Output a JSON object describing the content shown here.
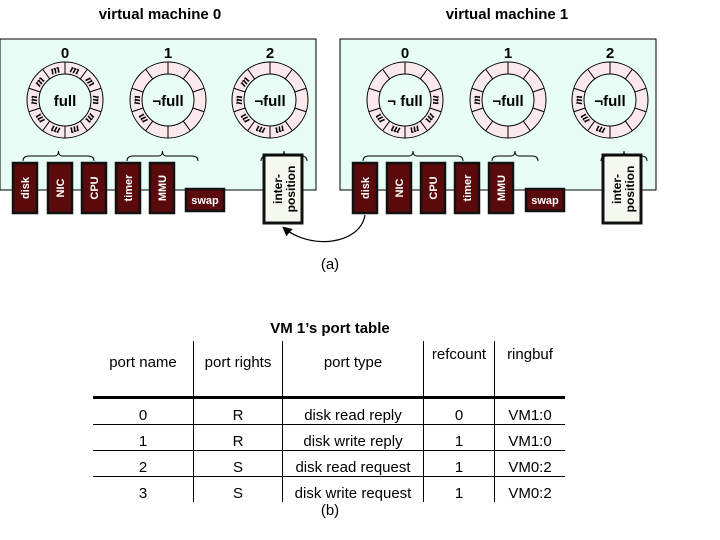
{
  "colors": {
    "vm_bg": "#e8fdf6",
    "ring_fill": "#fbe9ec",
    "device_fill": "#5a0a0a",
    "interposition_fill": "#f4f8ef"
  },
  "figure_a": {
    "caption": "(a)",
    "vms": [
      {
        "title": "virtual machine 0",
        "rings": [
          {
            "number": "0",
            "label": "full",
            "slots": [
              1,
              1,
              1,
              1,
              1,
              1,
              1,
              1,
              1,
              1
            ]
          },
          {
            "number": "1",
            "label": "¬full",
            "slots": [
              0,
              0,
              0,
              0,
              0,
              0,
              1,
              1,
              0,
              0
            ]
          },
          {
            "number": "2",
            "label": "¬full",
            "slots": [
              0,
              0,
              0,
              0,
              1,
              1,
              1,
              1,
              1,
              0
            ]
          }
        ],
        "devices": [
          "disk",
          "NIC",
          "CPU",
          "timer",
          "MMU"
        ],
        "swap": "swap",
        "interposition": [
          "inter-",
          "position"
        ]
      },
      {
        "title": "virtual machine 1",
        "rings": [
          {
            "number": "0",
            "label": "¬ full",
            "slots": [
              0,
              0,
              1,
              1,
              1,
              1,
              1,
              0,
              0,
              0
            ]
          },
          {
            "number": "1",
            "label": "¬full",
            "slots": [
              0,
              0,
              0,
              0,
              0,
              0,
              0,
              1,
              0,
              0
            ]
          },
          {
            "number": "2",
            "label": "¬full",
            "slots": [
              0,
              0,
              0,
              0,
              0,
              1,
              1,
              1,
              0,
              0
            ]
          }
        ],
        "devices": [
          "disk",
          "NIC",
          "CPU",
          "timer",
          "MMU"
        ],
        "swap": "swap",
        "interposition": [
          "inter-",
          "position"
        ]
      }
    ],
    "slot_glyph": "m"
  },
  "figure_b": {
    "title": "VM 1’s port table",
    "caption": "(b)",
    "columns": [
      "port name",
      "port rights",
      "port type",
      "refcount",
      "ringbuf"
    ],
    "rows": [
      [
        "0",
        "R",
        "disk read reply",
        "0",
        "VM1:0"
      ],
      [
        "1",
        "R",
        "disk write reply",
        "1",
        "VM1:0"
      ],
      [
        "2",
        "S",
        "disk read request",
        "1",
        "VM0:2"
      ],
      [
        "3",
        "S",
        "disk write request",
        "1",
        "VM0:2"
      ]
    ]
  }
}
